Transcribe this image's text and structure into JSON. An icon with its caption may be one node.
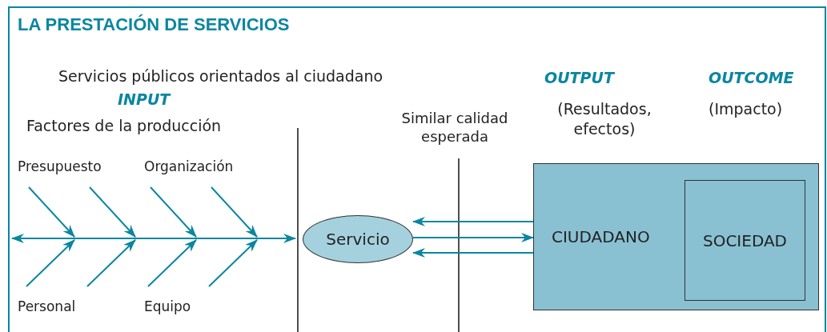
{
  "diagram": {
    "title": "LA PRESTACIÓN DE SERVICIOS",
    "nodes": [
      {
        "text": [
          "Servicio"
        ]
      },
      {
        "text": [
          "CIUDADANO"
        ]
      },
      {
        "text": [
          "SOCIEDAD"
        ],
        "in": 1
      }
    ],
    "edges": [
      {
        "from": 1,
        "to": 0,
        "arrow": "to"
      },
      {
        "from": 0,
        "to": 1,
        "arrow": "to"
      },
      {
        "from": 1,
        "to": 0,
        "arrow": "to"
      }
    ],
    "labels": [
      "Servicios públicos orientados al ciudadano",
      "OUTPUT",
      "OUTCOME",
      "INPUT",
      "(Resultados, efectos)",
      "(Impacto)",
      "Factores de la producción",
      "Similar calidad esperada",
      "Presupuesto",
      "Organización",
      "Personal",
      "Equipo"
    ]
  }
}
